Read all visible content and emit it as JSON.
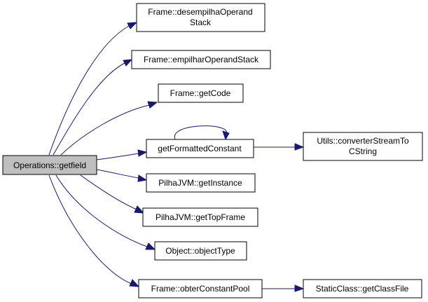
{
  "graph": {
    "edge_color": "#191970",
    "root_fill": "#bfbfbf",
    "nodes": {
      "root": {
        "lines": [
          "Operations::getfield"
        ]
      },
      "desempilha": {
        "lines": [
          "Frame::desempilhaOperand",
          "Stack"
        ]
      },
      "empilhar": {
        "lines": [
          "Frame::empilharOperandStack"
        ]
      },
      "getcode": {
        "lines": [
          "Frame::getCode"
        ]
      },
      "formatted": {
        "lines": [
          "getFormattedConstant"
        ]
      },
      "utils": {
        "lines": [
          "Utils::converterStreamTo",
          "CString"
        ]
      },
      "instance": {
        "lines": [
          "PilhaJVM::getInstance"
        ]
      },
      "topframe": {
        "lines": [
          "PilhaJVM::getTopFrame"
        ]
      },
      "objecttype": {
        "lines": [
          "Object::objectType"
        ]
      },
      "obter": {
        "lines": [
          "Frame::obterConstantPool"
        ]
      },
      "classfile": {
        "lines": [
          "StaticClass::getClassFile"
        ]
      }
    },
    "edges": [
      {
        "from": "root",
        "to": "desempilha"
      },
      {
        "from": "root",
        "to": "empilhar"
      },
      {
        "from": "root",
        "to": "getcode"
      },
      {
        "from": "root",
        "to": "formatted"
      },
      {
        "from": "formatted",
        "to": "formatted"
      },
      {
        "from": "formatted",
        "to": "utils"
      },
      {
        "from": "root",
        "to": "instance"
      },
      {
        "from": "root",
        "to": "topframe"
      },
      {
        "from": "root",
        "to": "objecttype"
      },
      {
        "from": "root",
        "to": "obter"
      },
      {
        "from": "obter",
        "to": "classfile"
      }
    ]
  }
}
